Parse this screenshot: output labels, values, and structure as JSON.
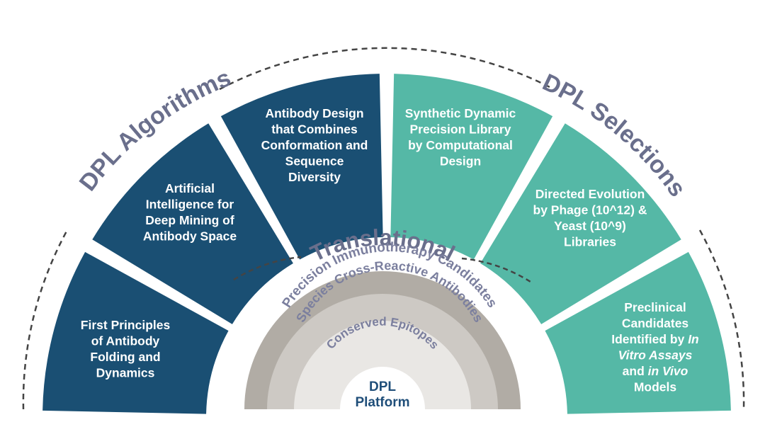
{
  "colors": {
    "algorithms": "#1a4f73",
    "selections": "#55b8a6",
    "arc_label": "#6a6f8c",
    "ring_dark": "#b1aca5",
    "ring_mid": "#cdc9c4",
    "ring_light": "#e9e7e4",
    "core_text": "#1f4e79"
  },
  "arc_labels": {
    "left": "DPL Algorithms",
    "right": "DPL Selections",
    "center": "Translational"
  },
  "segments": [
    {
      "id": "first-principles",
      "group": "algorithms",
      "lines": [
        [
          {
            "t": "First Principles"
          }
        ],
        [
          {
            "t": "of Antibody"
          }
        ],
        [
          {
            "t": "Folding and"
          }
        ],
        [
          {
            "t": "Dynamics"
          }
        ]
      ]
    },
    {
      "id": "artificial-intelligence",
      "group": "algorithms",
      "lines": [
        [
          {
            "t": "Artificial"
          }
        ],
        [
          {
            "t": "Intelligence for"
          }
        ],
        [
          {
            "t": "Deep Mining of"
          }
        ],
        [
          {
            "t": "Antibody Space"
          }
        ]
      ]
    },
    {
      "id": "antibody-design",
      "group": "algorithms",
      "lines": [
        [
          {
            "t": "Antibody Design"
          }
        ],
        [
          {
            "t": "that  Combines"
          }
        ],
        [
          {
            "t": "Conformation and"
          }
        ],
        [
          {
            "t": "Sequence"
          }
        ],
        [
          {
            "t": "Diversity"
          }
        ]
      ]
    },
    {
      "id": "synthetic-library",
      "group": "selections",
      "lines": [
        [
          {
            "t": "Synthetic Dynamic"
          }
        ],
        [
          {
            "t": "Precision Library"
          }
        ],
        [
          {
            "t": "by Computational"
          }
        ],
        [
          {
            "t": "Design"
          }
        ]
      ]
    },
    {
      "id": "directed-evolution",
      "group": "selections",
      "lines": [
        [
          {
            "t": "Directed Evolution"
          }
        ],
        [
          {
            "t": "by Phage (10^12) &"
          }
        ],
        [
          {
            "t": "Yeast (10^9)"
          }
        ],
        [
          {
            "t": "Libraries"
          }
        ]
      ]
    },
    {
      "id": "preclinical-candidates",
      "group": "selections",
      "lines": [
        [
          {
            "t": "Preclinical"
          }
        ],
        [
          {
            "t": "Candidates"
          }
        ],
        [
          {
            "t": "Identified by "
          },
          {
            "t": "In",
            "i": true
          }
        ],
        [
          {
            "t": "Vitro Assays",
            "i": true
          }
        ],
        [
          {
            "t": "and "
          },
          {
            "t": "in Vivo",
            "i": true
          }
        ],
        [
          {
            "t": "Models"
          }
        ]
      ]
    }
  ],
  "rings": [
    {
      "id": "precision-immunotherapy",
      "label": "Precision Immunotherapy Candidates"
    },
    {
      "id": "species-cross-reactive",
      "label": "Species Cross-Reactive Antibodies"
    },
    {
      "id": "conserved-epitopes",
      "label": "Conserved Epitopes"
    }
  ],
  "core": {
    "line1": "DPL",
    "line2": "Platform"
  }
}
